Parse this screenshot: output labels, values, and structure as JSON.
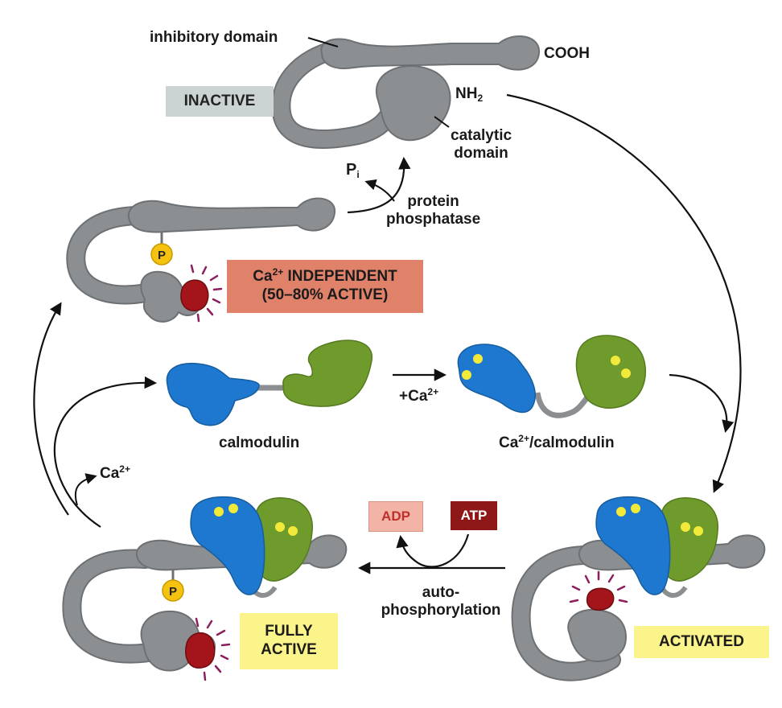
{
  "labels": {
    "inhibitory_domain": "inhibitory domain",
    "cooh": "COOH",
    "nh2_base": "NH",
    "nh2_sub": "2",
    "catalytic_domain_line1": "catalytic",
    "catalytic_domain_line2": "domain",
    "pi_base": "P",
    "pi_sub": "i",
    "protein_phosphatase_line1": "protein",
    "protein_phosphatase_line2": "phosphatase",
    "calmodulin": "calmodulin",
    "ca_calmodulin_base": "Ca",
    "ca_calmodulin_sup": "2+",
    "ca_calmodulin_rest": "/calmodulin",
    "plus_ca_base": "+Ca",
    "plus_ca_sup": "2+",
    "ca_release_base": "Ca",
    "ca_release_sup": "2+",
    "autophos_line1": "auto-",
    "autophos_line2": "phosphorylation",
    "phosphate_marker": "P"
  },
  "states": {
    "inactive": "INACTIVE",
    "ca_independent_line1_base": "Ca",
    "ca_independent_line1_sup": "2+",
    "ca_independent_line1_rest": " INDEPENDENT",
    "ca_independent_line2": "(50–80% ACTIVE)",
    "fully_active_line1": "FULLY",
    "fully_active_line2": "ACTIVE",
    "activated": "ACTIVATED"
  },
  "molecules": {
    "adp": "ADP",
    "atp": "ATP"
  },
  "colors": {
    "kinase_gray": "#8c8f92",
    "kinase_outline": "#6e7174",
    "calmodulin_blue": "#1f78cf",
    "calmodulin_green": "#6f9a2c",
    "calcium_yellow": "#f2ea3a",
    "active_site_red": "#a3151a",
    "phosphate_yellow": "#f4c20f",
    "glow_magenta": "#8b1f5e",
    "inactive_box": "#ccd3d3",
    "independent_box": "#e0826a",
    "active_box": "#fbf48a",
    "atp_box": "#8e1818",
    "adp_box": "#f3b4a8",
    "arrow": "#111111"
  }
}
